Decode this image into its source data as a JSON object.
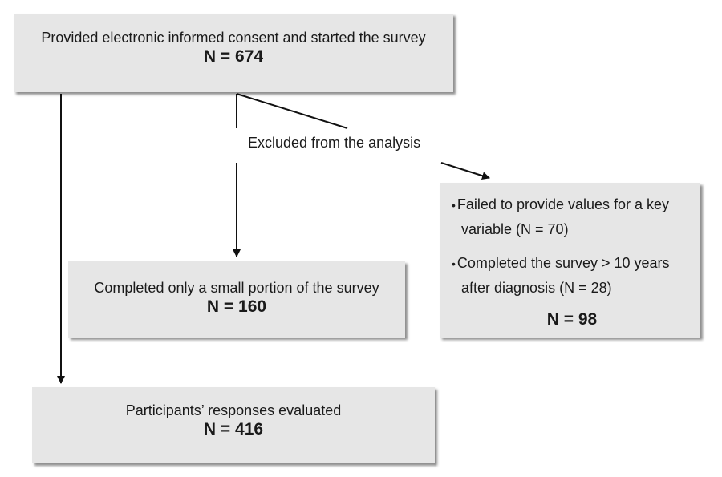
{
  "start": {
    "title": "Provided electronic informed consent and started the survey",
    "n": "N = 674"
  },
  "excluded_label": "Excluded from the analysis",
  "small_portion": {
    "title": "Completed only a small portion of the survey",
    "n": "N = 160"
  },
  "excluded": {
    "items": [
      "Failed to provide values for a key variable (N = 70)",
      "Completed the survey > 10 years after diagnosis (N = 28)"
    ],
    "n": "N = 98"
  },
  "evaluated": {
    "title": "Participants’ responses evaluated",
    "n": "N = 416"
  }
}
